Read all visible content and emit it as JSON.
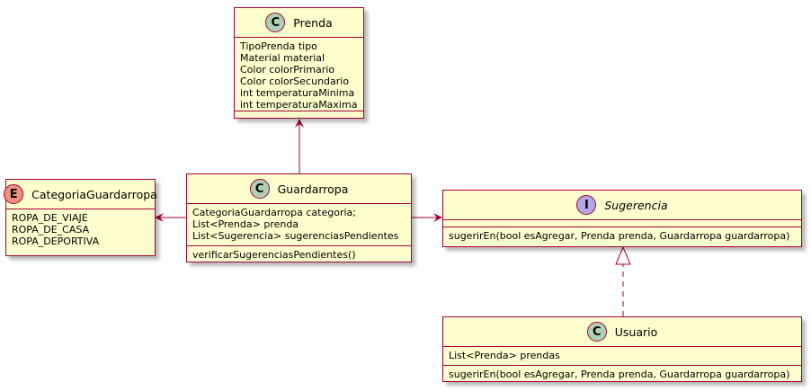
{
  "classes": {
    "prenda": {
      "stereotype": "C",
      "name": "Prenda",
      "fields": [
        "TipoPrenda tipo",
        "Material material",
        "Color colorPrimario",
        "Color colorSecundario",
        "int temperaturaMinima",
        "int temperaturaMaxima"
      ],
      "methods": []
    },
    "categoria": {
      "stereotype": "E",
      "name": "CategoriaGuardarropa",
      "fields": [
        "ROPA_DE_VIAJE",
        "ROPA_DE_CASA",
        "ROPA_DEPORTIVA"
      ]
    },
    "guardarropa": {
      "stereotype": "C",
      "name": "Guardarropa",
      "fields": [
        "CategoriaGuardarropa categoria;",
        "List<Prenda> prenda",
        "List<Sugerencia> sugerenciasPendientes"
      ],
      "methods": [
        "verificarSugerenciasPendientes()"
      ]
    },
    "sugerencia": {
      "stereotype": "I",
      "name": "Sugerencia",
      "fields": [],
      "methods": [
        "sugerirEn(bool esAgregar, Prenda prenda, Guardarropa guardarropa)"
      ]
    },
    "usuario": {
      "stereotype": "C",
      "name": "Usuario",
      "fields": [
        "List<Prenda> prendas"
      ],
      "methods": [
        "sugerirEn(bool esAgregar, Prenda prenda, Guardarropa guardarropa)"
      ]
    }
  },
  "colors": {
    "border": "#a80036",
    "fill": "#fefece",
    "class_badge": "#add1b2",
    "enum_badge": "#eb937f",
    "interface_badge": "#b4a7e5"
  }
}
